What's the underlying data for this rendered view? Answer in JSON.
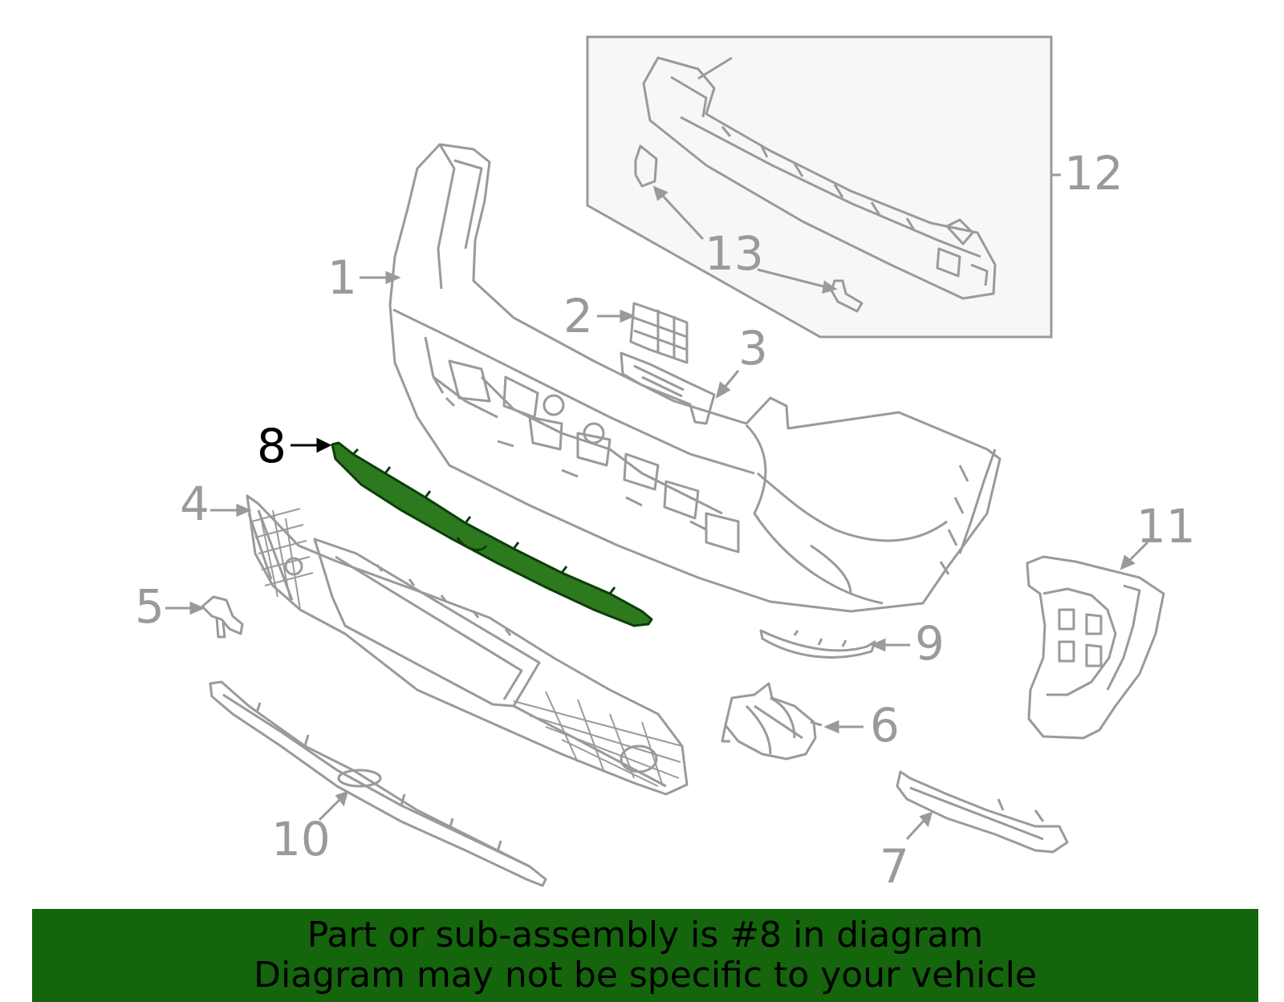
{
  "colors": {
    "line_gray": "#9a9a9a",
    "text_gray": "#9a9a9a",
    "highlight": "#2c7a1d",
    "highlight_dark": "#0d3d09",
    "banner_bg": "#14650c",
    "box_fill": "#f7f7f7"
  },
  "callouts": {
    "c1": "1",
    "c2": "2",
    "c3": "3",
    "c4": "4",
    "c5": "5",
    "c6": "6",
    "c7": "7",
    "c8": "8",
    "c9": "9",
    "c10": "10",
    "c11": "11",
    "c12": "12",
    "c13": "13"
  },
  "highlighted_part": "8",
  "banner": {
    "line1": "Part or sub-assembly is #8 in diagram",
    "line2": "Diagram may not be specific to your vehicle"
  }
}
